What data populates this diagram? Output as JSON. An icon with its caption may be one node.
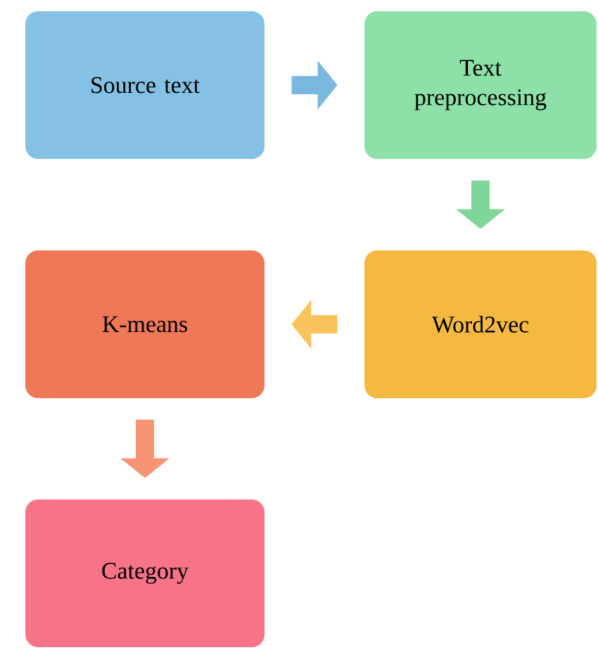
{
  "diagram": {
    "nodes": [
      {
        "text": [
          "Source text"
        ]
      },
      {
        "text": [
          "Text preprocessing"
        ]
      },
      {
        "text": [
          "Word2vec"
        ]
      },
      {
        "text": [
          "K-means"
        ]
      },
      {
        "text": [
          "Category"
        ]
      }
    ],
    "edges": [
      {
        "from": 0,
        "to": 1,
        "arrow": "to",
        "color": "#7ab8e0"
      },
      {
        "from": 1,
        "to": 2,
        "arrow": "to",
        "color": "#7ed69a"
      },
      {
        "from": 2,
        "to": 3,
        "arrow": "to",
        "color": "#f7c35a"
      },
      {
        "from": 3,
        "to": 4,
        "arrow": "to",
        "color": "#f79474"
      }
    ]
  }
}
